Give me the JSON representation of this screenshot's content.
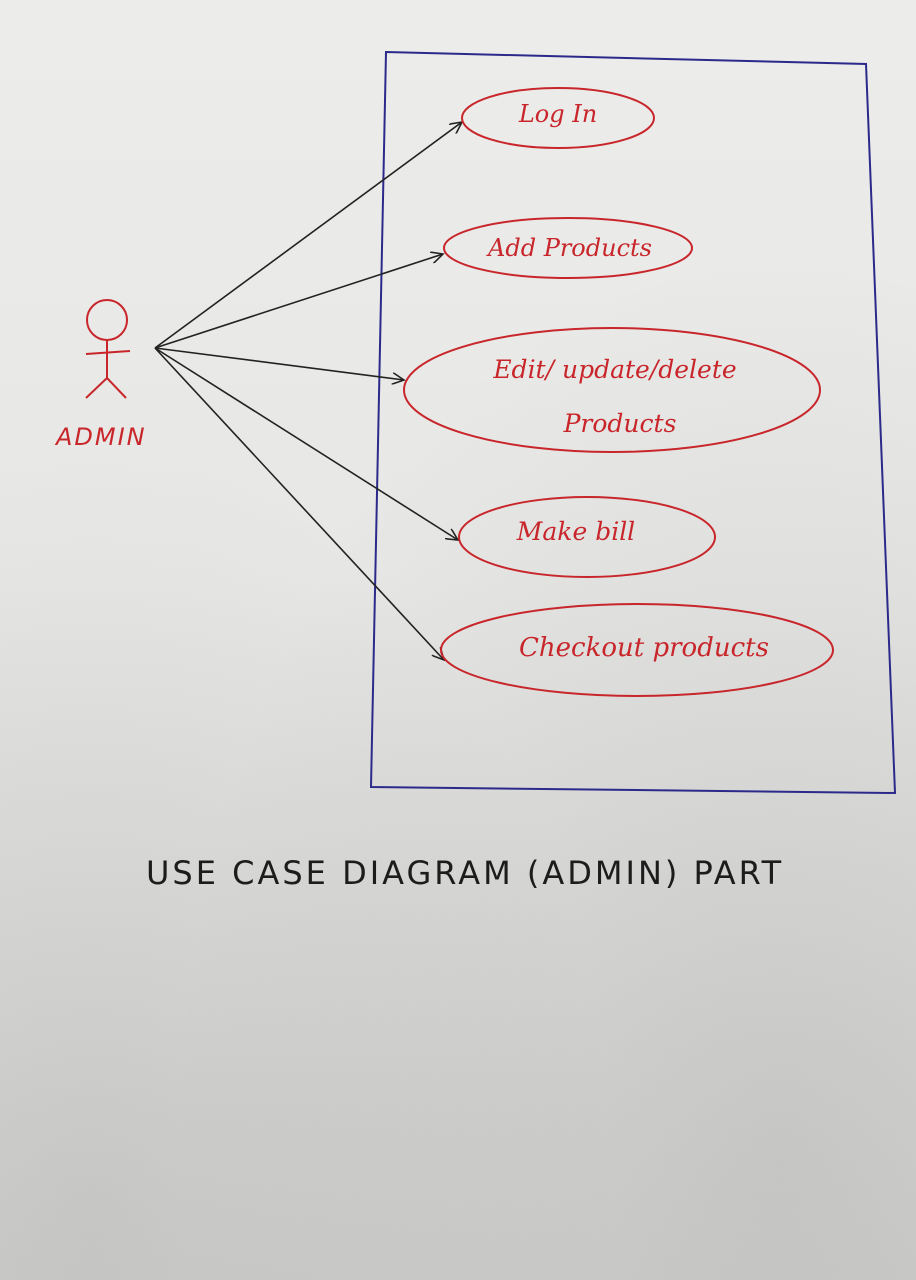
{
  "diagram": {
    "actor": {
      "label": "ADMIN"
    },
    "use_cases": [
      {
        "label": "Log In"
      },
      {
        "label": "Add Products"
      },
      {
        "label_line1": "Edit/ update/delete",
        "label_line2": "Products"
      },
      {
        "label": "Make bill"
      },
      {
        "label": "Checkout products"
      }
    ],
    "caption": "USE CASE DIAGRAM (ADMIN) PART",
    "colors": {
      "use_case_ink": "#c8262b",
      "actor_ink": "#c8262b",
      "boundary_ink": "#2b2a8a",
      "arrow_ink": "#222222",
      "caption_ink": "#1c1c1c"
    }
  }
}
